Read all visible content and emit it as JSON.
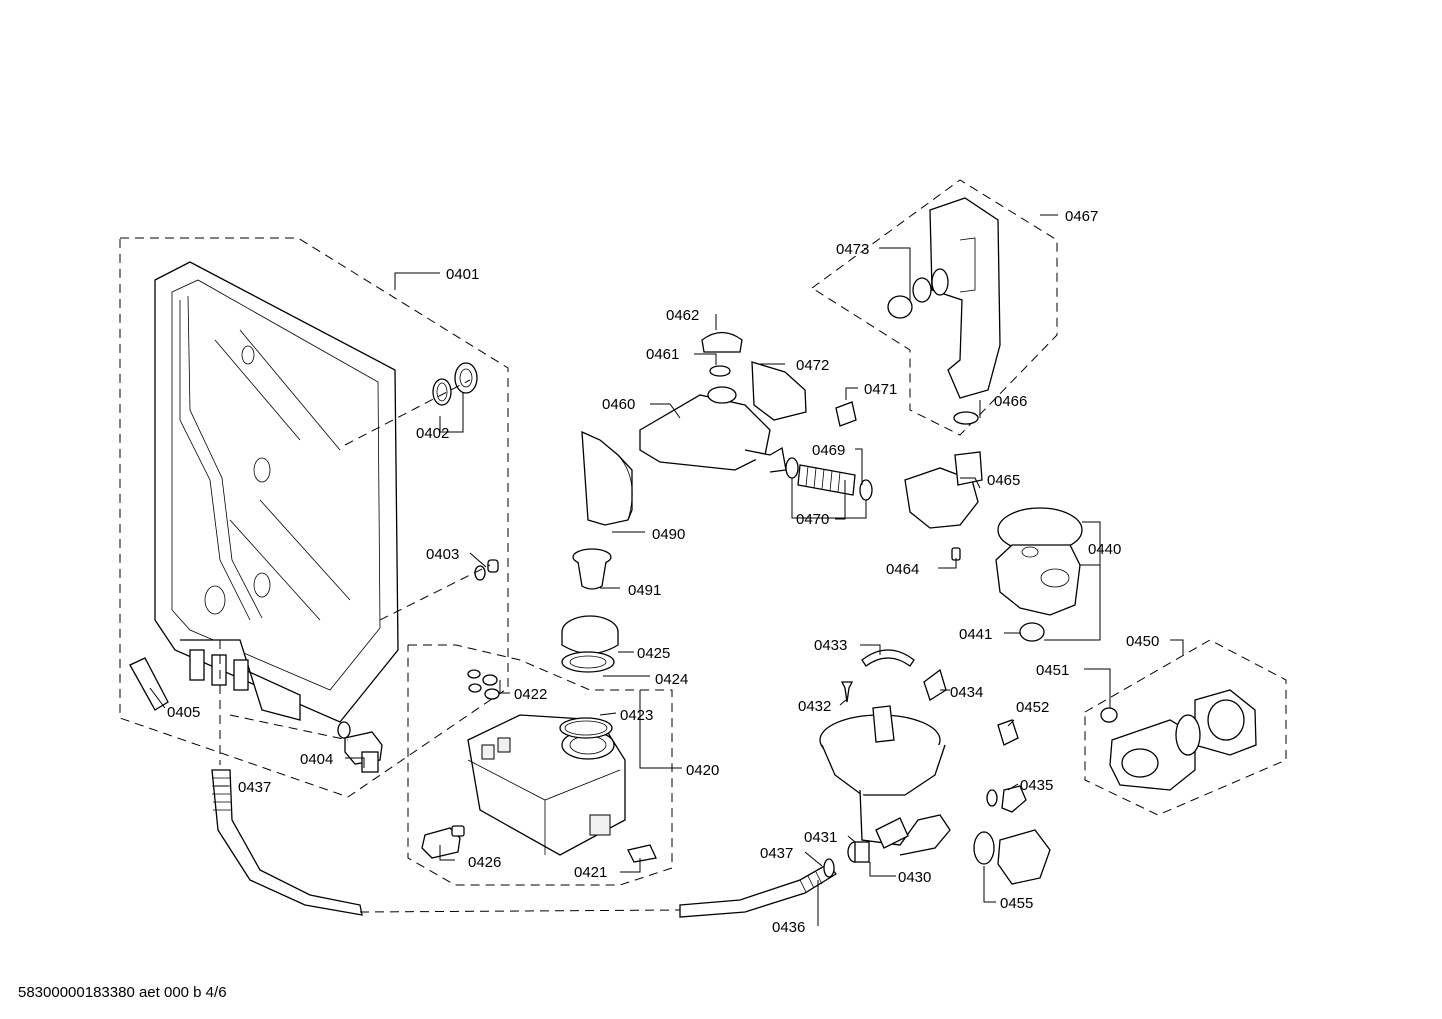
{
  "callouts": {
    "p0401": "0401",
    "p0402": "0402",
    "p0403": "0403",
    "p0404": "0404",
    "p0405": "0405",
    "p0420": "0420",
    "p0421": "0421",
    "p0422": "0422",
    "p0423": "0423",
    "p0424": "0424",
    "p0425": "0425",
    "p0426": "0426",
    "p0430": "0430",
    "p0431": "0431",
    "p0432": "0432",
    "p0433": "0433",
    "p0434": "0434",
    "p0435": "0435",
    "p0436": "0436",
    "p0437a": "0437",
    "p0437b": "0437",
    "p0440": "0440",
    "p0441": "0441",
    "p0450": "0450",
    "p0451": "0451",
    "p0452": "0452",
    "p0455": "0455",
    "p0460": "0460",
    "p0461": "0461",
    "p0462": "0462",
    "p0464": "0464",
    "p0465": "0465",
    "p0466": "0466",
    "p0467": "0467",
    "p0469": "0469",
    "p0470": "0470",
    "p0471": "0471",
    "p0472": "0472",
    "p0473": "0473",
    "p0490": "0490",
    "p0491": "0491"
  },
  "footer": {
    "document_id": "58300000183380 aet 000 b 4/6"
  }
}
